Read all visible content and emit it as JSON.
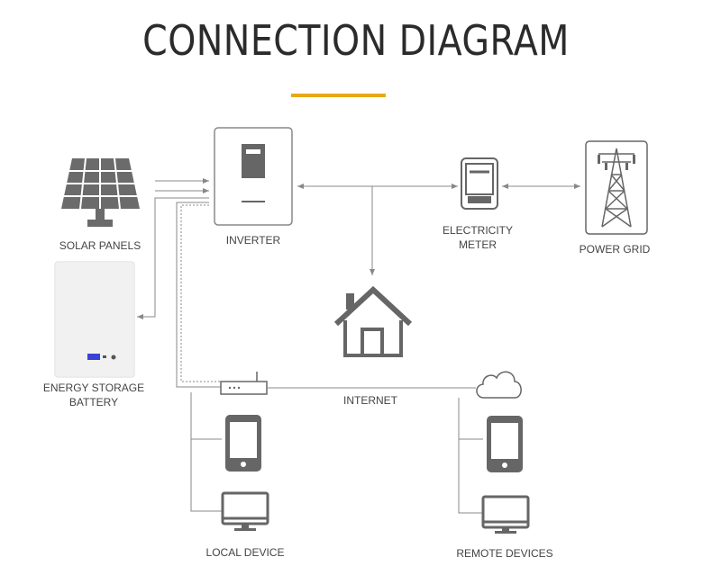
{
  "title": "CONNECTION DIAGRAM",
  "colors": {
    "accent": "#e6a817",
    "line": "#888888",
    "icon": "#666666"
  },
  "nodes": {
    "solar_panels": "SOLAR PANELS",
    "inverter": "INVERTER",
    "electricity_meter_line1": "ELECTRICITY",
    "electricity_meter_line2": "METER",
    "power_grid": "POWER GRID",
    "battery_line1": "ENERGY STORAGE",
    "battery_line2": "BATTERY",
    "internet": "INTERNET",
    "local_device": "LOCAL DEVICE",
    "remote_devices": "REMOTE DEVICES"
  },
  "icons": [
    "solar-panel-icon",
    "inverter-icon",
    "meter-icon",
    "power-tower-icon",
    "battery-icon",
    "house-icon",
    "router-icon",
    "cloud-icon",
    "phone-icon",
    "monitor-icon"
  ]
}
